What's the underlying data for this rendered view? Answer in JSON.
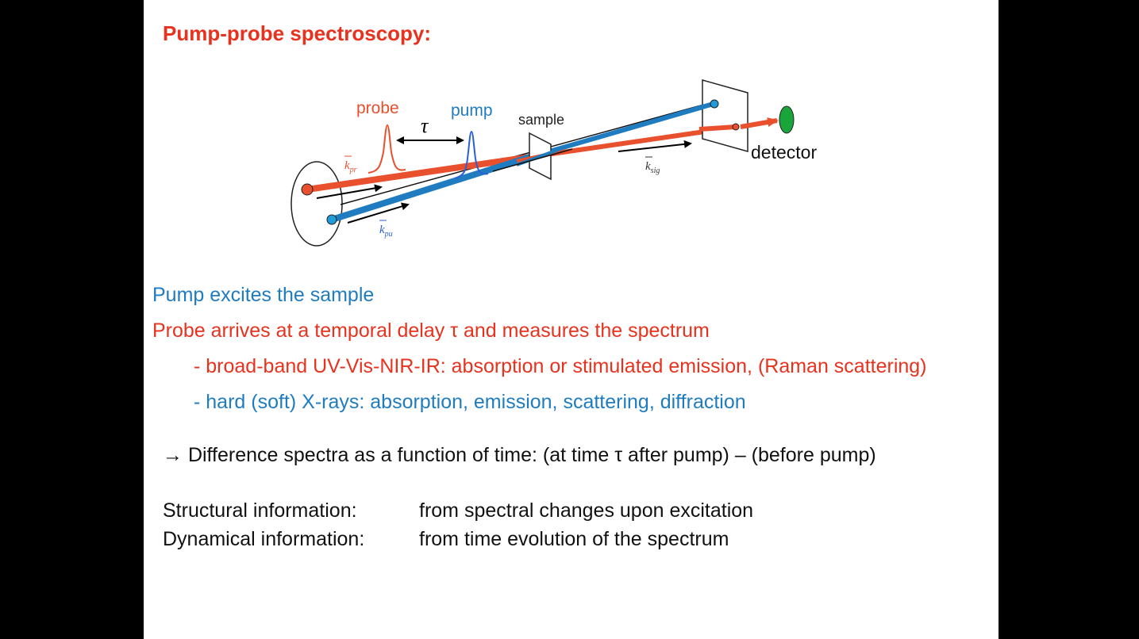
{
  "slide": {
    "title": "Pump-probe spectroscopy:",
    "diagram": {
      "labels": {
        "probe": "probe",
        "pump": "pump",
        "tau": "τ",
        "sample": "sample",
        "detector": "detector",
        "k_pr": "k",
        "k_pr_sub": "pr",
        "k_pu": "k",
        "k_pu_sub": "pu",
        "k_sig": "k",
        "k_sig_sub": "sig"
      },
      "colors": {
        "probe": "#e8502e",
        "pump": "#1f7cc0",
        "pump_pulse": "#2a5fd8",
        "detector": "#1aa53a"
      }
    },
    "bullets": {
      "l1": "Pump excites the sample",
      "l2": "Probe arrives at a temporal delay τ and measures the spectrum",
      "l3": "- broad-band UV-Vis-NIR-IR: absorption or stimulated emission, (Raman scattering)",
      "l4": "- hard (soft) X-rays: absorption, emission, scattering, diffraction",
      "l5": "→ Difference spectra as a function of time: (at time τ after pump) – (before pump)",
      "l6_label": "Structural information:",
      "l6_text": "from spectral changes upon excitation",
      "l7_label": "Dynamical information:",
      "l7_text": "from time evolution of the spectrum"
    }
  }
}
